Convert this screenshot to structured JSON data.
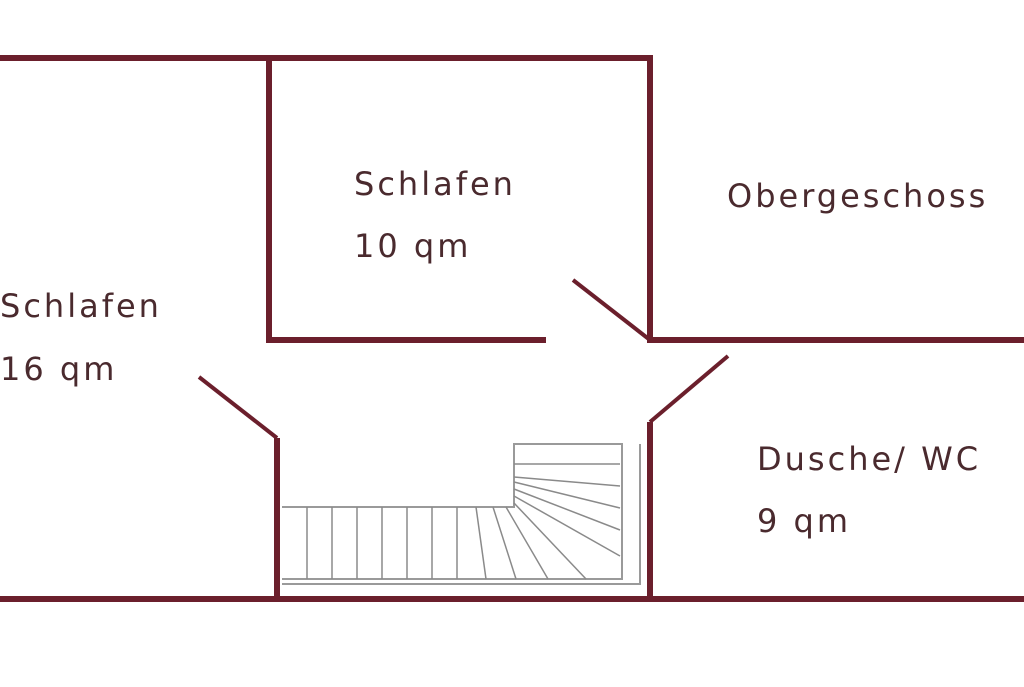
{
  "rooms": {
    "bedroom_small": {
      "name": "Schlafen",
      "area": "10 qm"
    },
    "bedroom_large": {
      "name": "Schlafen",
      "area": "16 qm"
    },
    "floor": {
      "name": "Obergeschoss"
    },
    "bathroom": {
      "name": "Dusche/ WC",
      "area": "9 qm"
    }
  },
  "colors": {
    "wall": "#6b1f2c",
    "text": "#4a2a2e",
    "stair": "#8a8a8a",
    "background": "#ffffff"
  }
}
